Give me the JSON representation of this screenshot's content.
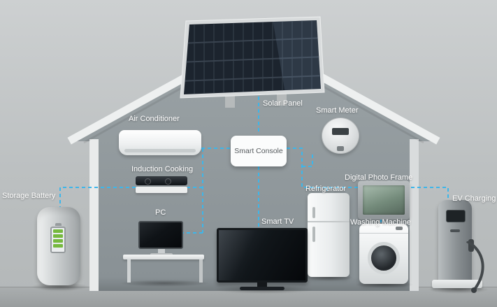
{
  "diagram": {
    "accent_line_color": "#3db6ea",
    "wall_color": "#8f979a",
    "labels": {
      "solar_panel": "Solar Panel",
      "air_conditioner": "Air Conditioner",
      "smart_meter": "Smart Meter",
      "smart_console": "Smart Console",
      "induction_cooking": "Induction Cooking",
      "storage_battery": "Storage Battery",
      "pc": "PC",
      "smart_tv": "Smart TV",
      "refrigerator": "Refrigerator",
      "digital_photo_frame": "Digital Photo Frame",
      "washing_machine": "Washing Machine",
      "ev_charging": "EV Charging"
    }
  }
}
